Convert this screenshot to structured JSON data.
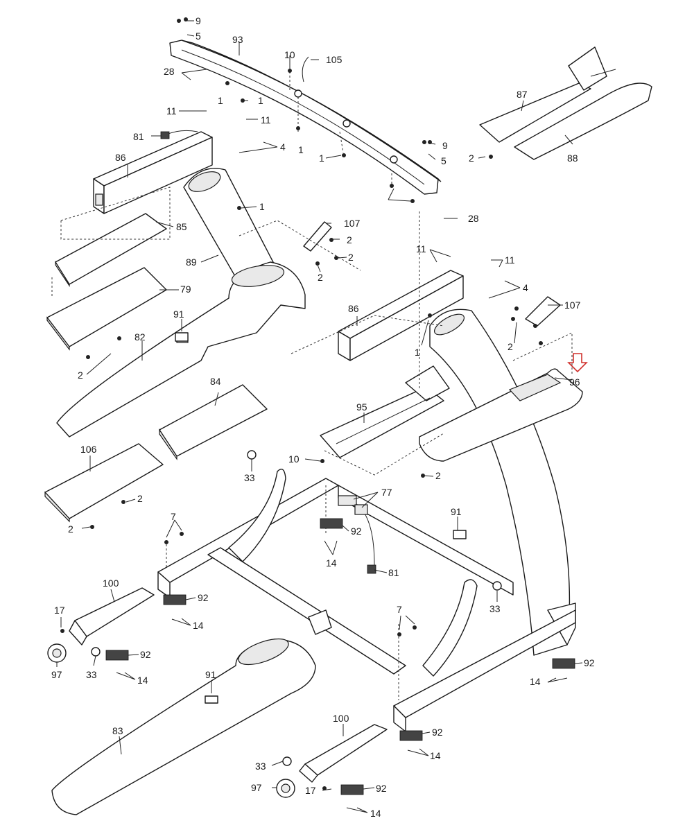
{
  "diagram": {
    "type": "exploded-parts-diagram",
    "highlight_color": "#d0302c",
    "highlighted_part": "96",
    "labels": [
      "9",
      "5",
      "93",
      "10",
      "105",
      "28",
      "1",
      "1",
      "11",
      "11",
      "4",
      "81",
      "86",
      "1",
      "1",
      "87",
      "2",
      "88",
      "9",
      "5",
      "1",
      "85",
      "107",
      "2",
      "2",
      "2",
      "28",
      "79",
      "11",
      "11",
      "89",
      "4",
      "91",
      "86",
      "107",
      "1",
      "82",
      "2",
      "2",
      "96",
      "84",
      "95",
      "2",
      "106",
      "2",
      "10",
      "33",
      "2",
      "77",
      "7",
      "92",
      "91",
      "14",
      "81",
      "100",
      "92",
      "33",
      "17",
      "14",
      "7",
      "92",
      "92",
      "97",
      "33",
      "14",
      "14",
      "91",
      "83",
      "100",
      "92",
      "33",
      "14",
      "97",
      "17",
      "92",
      "14"
    ]
  }
}
